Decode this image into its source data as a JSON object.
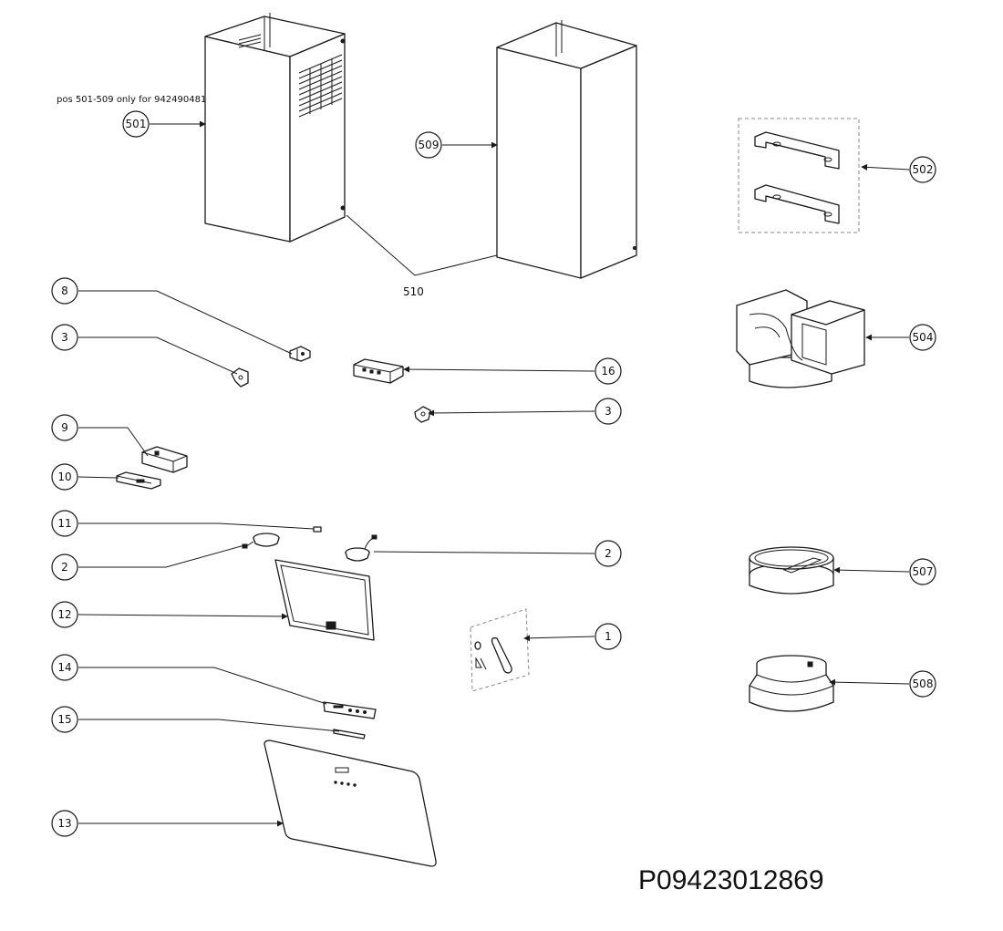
{
  "note": "pos 501-509 only for 942490481*",
  "document_number": "P09423012869",
  "balloons": [
    {
      "id": "b501",
      "label": "501"
    },
    {
      "id": "b509",
      "label": "509"
    },
    {
      "id": "b502",
      "label": "502"
    },
    {
      "id": "b504",
      "label": "504"
    },
    {
      "id": "b8",
      "label": "8"
    },
    {
      "id": "b3a",
      "label": "3"
    },
    {
      "id": "b16",
      "label": "16"
    },
    {
      "id": "b3b",
      "label": "3"
    },
    {
      "id": "b9",
      "label": "9"
    },
    {
      "id": "b10",
      "label": "10"
    },
    {
      "id": "b11",
      "label": "11"
    },
    {
      "id": "b2a",
      "label": "2"
    },
    {
      "id": "b2b",
      "label": "2"
    },
    {
      "id": "b12",
      "label": "12"
    },
    {
      "id": "b1",
      "label": "1"
    },
    {
      "id": "b507",
      "label": "507"
    },
    {
      "id": "b508",
      "label": "508"
    },
    {
      "id": "b14",
      "label": "14"
    },
    {
      "id": "b15",
      "label": "15"
    },
    {
      "id": "b13",
      "label": "13"
    }
  ],
  "label_510": "510"
}
